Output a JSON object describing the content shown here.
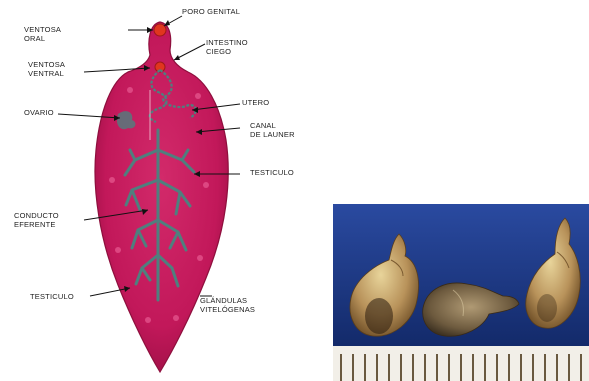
{
  "labels": {
    "ventosa_oral": [
      "VENTOSA",
      "ORAL"
    ],
    "poro_genital": "PORO GENITAL",
    "intestino_ciego": [
      "INTESTINO",
      "CIEGO"
    ],
    "ventosa_ventral": [
      "VENTOSA",
      "VENTRAL"
    ],
    "utero": "UTERO",
    "ovario": "OVARIO",
    "canal_launer": [
      "CANAL",
      "DE LAUNER"
    ],
    "testiculo_upper": "TESTICULO",
    "conducto_eferente": [
      "CONDUCTO",
      "EFERENTE"
    ],
    "testiculo_lower": "TESTICULO",
    "glandulas_vitelogenas": [
      "GLÁNDULAS",
      "VITELÓGENAS"
    ]
  },
  "colors": {
    "body": "#c8195a",
    "body_dark": "#8e0f3d",
    "suckers": "#e0361e",
    "organs": "#4f7f7e",
    "background_photo": "#1f3a88",
    "ruler": "#f2efe8"
  }
}
